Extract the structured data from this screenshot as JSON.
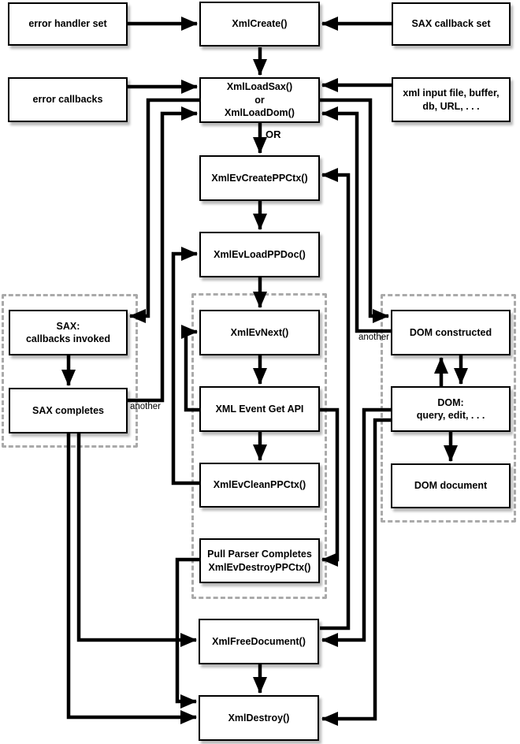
{
  "nodes": {
    "error_handler_set": "error handler set",
    "xml_create": "XmlCreate()",
    "sax_callback_set": "SAX callback set",
    "error_callbacks": "error callbacks",
    "xml_load": "XmlLoadSax()\nor\nXmlLoadDom()",
    "xml_input": "xml input file, buffer,\ndb, URL, . . .",
    "ev_create_ppctx": "XmlEvCreatePPCtx()",
    "ev_load_ppdoc": "XmlEvLoadPPDoc()",
    "sax_callbacks_invoked": "SAX:\ncallbacks invoked",
    "ev_next": "XmlEvNext()",
    "dom_constructed": "DOM constructed",
    "sax_completes": "SAX completes",
    "event_get_api": "XML Event Get API",
    "dom_query_edit": "DOM:\nquery, edit, . . .",
    "ev_clean_ppctx": "XmlEvCleanPPCtx()",
    "dom_document": "DOM document",
    "pull_parser_completes": "Pull Parser Completes\nXmlEvDestroyPPCtx()",
    "xml_free_document": "XmlFreeDocument()",
    "xml_destroy": "XmlDestroy()"
  },
  "labels": {
    "or": "OR",
    "another_left": "another",
    "another_right": "another"
  },
  "colors": {
    "line": "#000000",
    "box_fill": "#ffffff",
    "box_border": "#000000",
    "group_dashed_border": "#aaaaaa"
  }
}
